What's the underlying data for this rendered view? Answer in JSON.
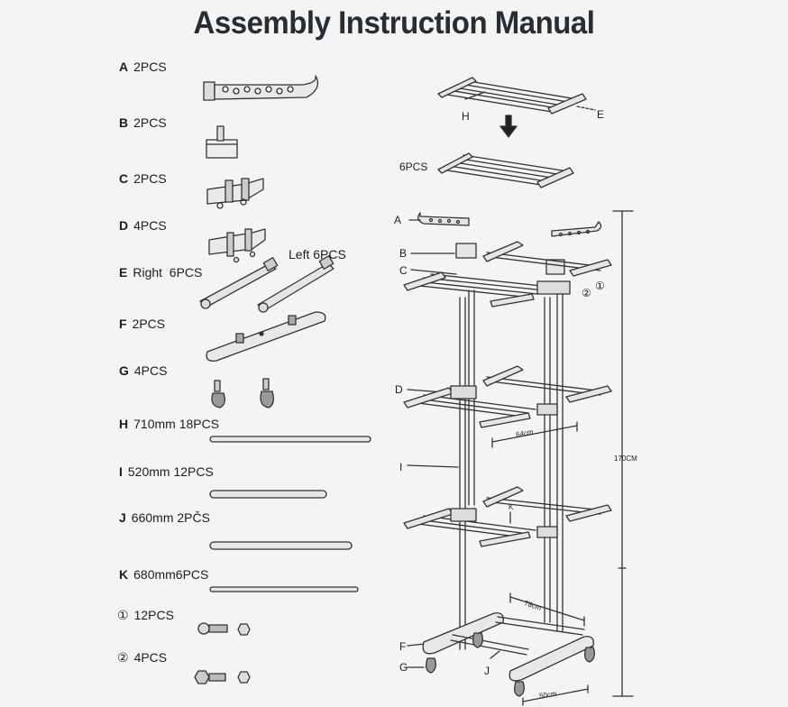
{
  "title": "Assembly Instruction Manual",
  "parts": [
    {
      "letter": "A",
      "desc": "2PCS"
    },
    {
      "letter": "B",
      "desc": "2PCS"
    },
    {
      "letter": "C",
      "desc": "2PCS"
    },
    {
      "letter": "D",
      "desc": "4PCS"
    },
    {
      "letter": "E",
      "desc": "Right  6PCS"
    },
    {
      "letter": "F",
      "desc": "2PCS"
    },
    {
      "letter": "G",
      "desc": "4PCS"
    },
    {
      "letter": "H",
      "desc": "710mm 18PCS"
    },
    {
      "letter": "I",
      "desc": "520mm 12PCS"
    },
    {
      "letter": "J",
      "desc": "660mm 2PČS"
    },
    {
      "letter": "K",
      "desc": "680mm6PCS"
    },
    {
      "letter": "①",
      "desc": "12PCS"
    },
    {
      "letter": "②",
      "desc": "4PCS"
    }
  ],
  "left_label": "Left 6PCS",
  "diagram": {
    "h": "H",
    "e": "E",
    "six_pcs": "6PCS",
    "a": "A",
    "b": "B",
    "c": "C",
    "d": "D",
    "i": "I",
    "f": "F",
    "g": "G",
    "j": "J",
    "k": "K",
    "circle1": "①",
    "circle2": "②",
    "dim_64": "64cm",
    "dim_170": "170CM",
    "dim_78": "78cm",
    "dim_50": "50cm"
  }
}
